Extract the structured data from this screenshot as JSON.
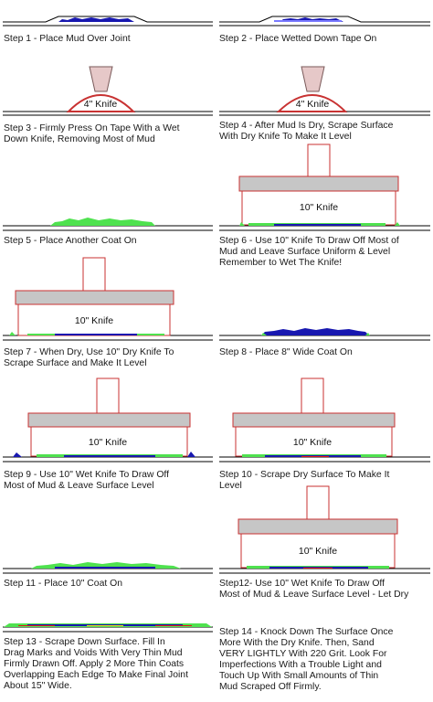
{
  "colors": {
    "line": "#000000",
    "mud_green": "#4fe24f",
    "mud_blue": "#1818b0",
    "handle": "#e6c8c8",
    "blade_outline": "#c83232",
    "blade_gray": "#c6c6c6",
    "red": "#e01818",
    "yellow": "#f0d020"
  },
  "knife_labels": {
    "four_inch": "4\" Knife",
    "ten_inch": "10\" Knife"
  },
  "steps": [
    {
      "id": "step-1",
      "caption": "Step 1 - Place Mud Over Joint"
    },
    {
      "id": "step-2",
      "caption": "Step 2 - Place Wetted Down Tape On"
    },
    {
      "id": "step-3",
      "caption": "Step 3 - Firmly Press On Tape With a Wet\nDown Knife, Removing Most of Mud"
    },
    {
      "id": "step-4",
      "caption": "Step 4 - After Mud Is Dry, Scrape Surface\nWith Dry Knife To Make It Level"
    },
    {
      "id": "step-5",
      "caption": "Step 5 - Place Another Coat On"
    },
    {
      "id": "step-6",
      "caption": "Step 6 - Use 10\" Knife To Draw Off Most of\nMud and Leave Surface Uniform & Level\nRemember to Wet The Knife!"
    },
    {
      "id": "step-7",
      "caption": "Step 7 - When Dry, Use 10\" Dry Knife To\nScrape Surface and Make It Level"
    },
    {
      "id": "step-8",
      "caption": "Step 8 - Place 8\" Wide Coat On"
    },
    {
      "id": "step-9",
      "caption": "Step 9 - Use 10\" Wet Knife To Draw Off\nMost of Mud & Leave Surface Level"
    },
    {
      "id": "step-10",
      "caption": "Step 10 - Scrape Dry Surface To Make It\nLevel"
    },
    {
      "id": "step-11",
      "caption": "Step 11 - Place 10\" Coat On"
    },
    {
      "id": "step-12",
      "caption": "Step12- Use 10\" Wet Knife To Draw Off\nMost of Mud & Leave Surface Level - Let Dry"
    },
    {
      "id": "step-13",
      "caption": "Step 13 - Scrape Down Surface.  Fill In\nDrag Marks and Voids With Very Thin Mud\nFirmly Drawn Off.  Apply 2 More Thin Coats\nOverlapping Each Edge To Make Final Joint\nAbout 15\" Wide."
    },
    {
      "id": "step-14",
      "caption": "Step 14 - Knock Down The Surface Once\nMore With the Dry Knife.  Then, Sand\nVERY LIGHTLY With 220 Grit.  Look For\nImperfections With a Trouble Light and\nTouch Up With Small Amounts of Thin\nMud Scraped Off Firmly."
    }
  ]
}
